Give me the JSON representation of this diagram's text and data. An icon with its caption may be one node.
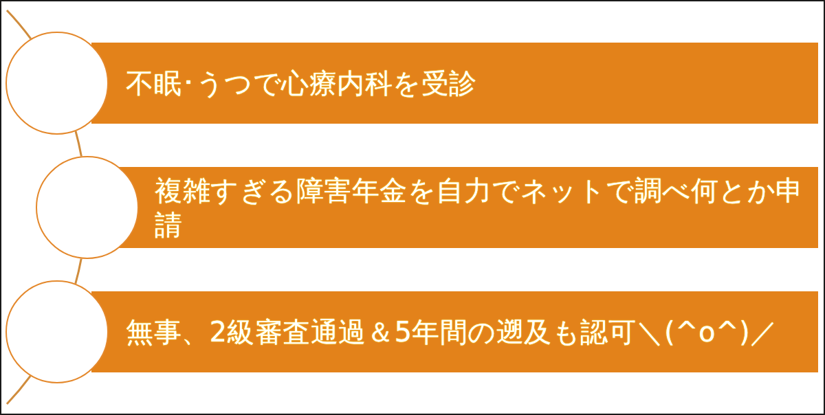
{
  "diagram": {
    "nodes": [
      {
        "text": [],
        "shape": "circle"
      },
      {
        "text": [
          "不眠･うつで心療内科を受診"
        ]
      },
      {
        "text": [],
        "shape": "circle"
      },
      {
        "text": [
          "複雑すぎる障害年金を自力でネットで調べ何とか申請"
        ]
      },
      {
        "text": [],
        "shape": "circle"
      },
      {
        "text": [
          "無事、2級審査通過＆5年間の遡及も認可＼(^o^)／"
        ]
      }
    ],
    "edges": [
      {
        "from": null,
        "to": 0,
        "arrow": "none"
      },
      {
        "from": 0,
        "to": 2,
        "arrow": "none"
      },
      {
        "from": 2,
        "to": 4,
        "arrow": "none"
      },
      {
        "from": 4,
        "to": null,
        "arrow": "none"
      }
    ]
  }
}
